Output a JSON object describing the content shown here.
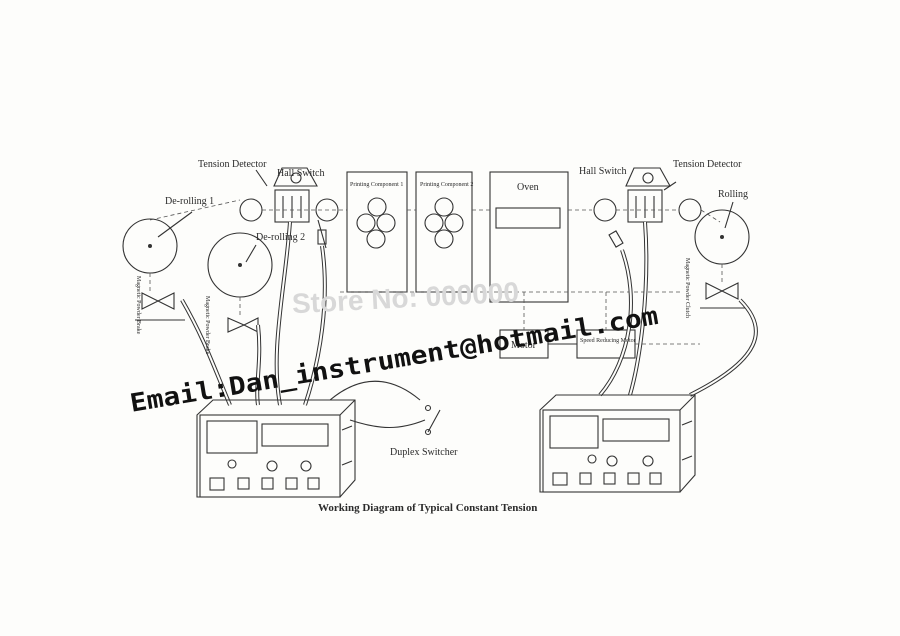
{
  "labels": {
    "tension_detector_left": "Tension Detector",
    "hall_switch_left": "Hall Switch",
    "derolling_1": "De-rolling 1",
    "derolling_2": "De-rolling 2",
    "printing_component_1": "Printing Component 1",
    "printing_component_2": "Printing Component 2",
    "oven": "Oven",
    "hall_switch_right": "Hall Switch",
    "tension_detector_right": "Tension Detector",
    "rolling": "Rolling",
    "magnetic_powder_brake_1": "Magnetic Powder Brake",
    "magnetic_powder_brake_2": "Magnetic Powder Brake",
    "magnetic_powder_clutch": "Magnetic Powder Clutch",
    "motor": "Motor",
    "speed_reducing_motor": "Speed Reducing Motor",
    "duplex_switcher": "Duplex Switcher"
  },
  "caption": "Working Diagram of Typical Constant Tension",
  "watermark": "Store No: 000000",
  "email_overlay": "Email:Dan_instrument@hotmail.com"
}
